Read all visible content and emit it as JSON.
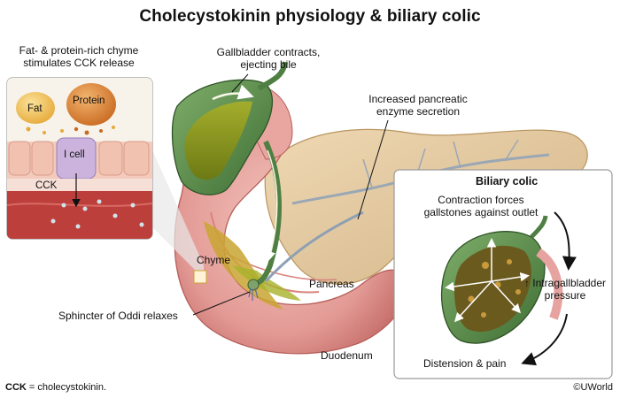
{
  "title": "Cholecystokinin physiology & biliary colic",
  "labels": {
    "chyme_stimulus": [
      "Fat- & protein-rich chyme",
      "stimulates CCK release"
    ],
    "fat": "Fat",
    "protein": "Protein",
    "i_cell": "I cell",
    "cck": "CCK",
    "gallbladder_contracts": [
      "Gallbladder contracts,",
      "ejecting bile"
    ],
    "pancreatic_secretion": [
      "Increased pancreatic",
      "enzyme secretion"
    ],
    "chyme": "Chyme",
    "pancreas": "Pancreas",
    "sphincter": "Sphincter of Oddi relaxes",
    "duodenum": "Duodenum"
  },
  "inset": {
    "title": "Biliary colic",
    "contraction": [
      "Contraction forces",
      "gallstones against outlet"
    ],
    "pressure": [
      "↑ Intragallbladder",
      "pressure"
    ],
    "distension": "Distension & pain"
  },
  "footnote": {
    "abbr": "CCK",
    "definition": " = cholecystokinin."
  },
  "copyright": "©UWorld",
  "colors": {
    "gallbladder": "#5a8a4a",
    "bile": "#8a9a1e",
    "pancreas": "#e2c9a0",
    "duodenum": "#e6a3a0",
    "cell": "#f0c6b8",
    "icell": "#c9b3dc",
    "blood": "#c0413e"
  }
}
